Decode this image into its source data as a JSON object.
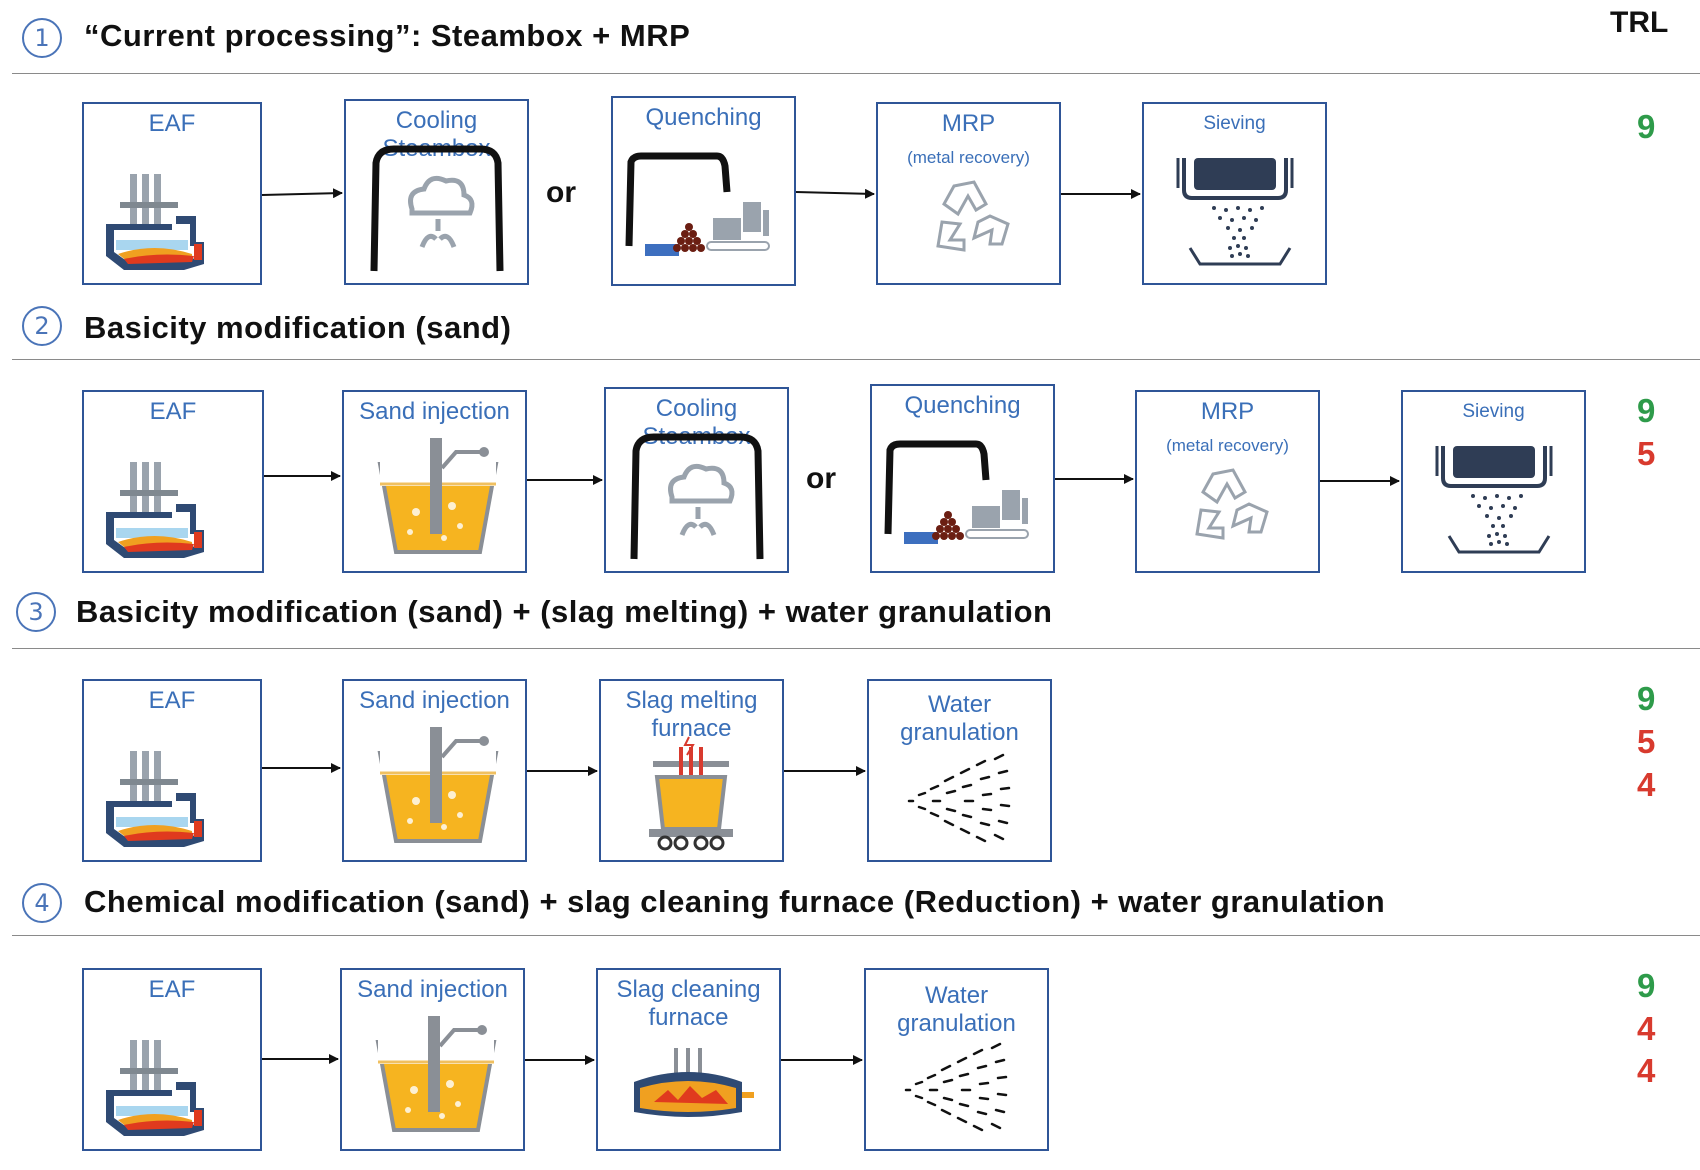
{
  "header": {
    "trl_label": "TRL"
  },
  "colors": {
    "box_border": "#2f5597",
    "label_blue": "#3a6fb8",
    "trl_green": "#2e9b4a",
    "trl_red": "#d83a2e"
  },
  "or_label": "or",
  "sections": [
    {
      "number": "1",
      "title": "“Current processing”:  Steambox   + MRP",
      "steps": [
        {
          "label": "EAF",
          "sublabel": "",
          "icon": "eaf-furnace-icon"
        },
        {
          "label": "Cooling\nSteambox",
          "sublabel": "",
          "icon": "steambox-icon"
        },
        {
          "label": "Quenching",
          "sublabel": "",
          "icon": "quenching-icon"
        },
        {
          "label": "MRP",
          "sublabel": "(metal recovery)",
          "icon": "recycle-icon"
        },
        {
          "label": "Sieving",
          "sublabel": "",
          "icon": "sieve-icon"
        }
      ],
      "trl": [
        {
          "value": "9",
          "status": "green"
        }
      ]
    },
    {
      "number": "2",
      "title": "Basicity  modification  (sand)",
      "steps": [
        {
          "label": "EAF",
          "sublabel": "",
          "icon": "eaf-furnace-icon"
        },
        {
          "label": "Sand injection",
          "sublabel": "",
          "icon": "sand-injection-icon"
        },
        {
          "label": "Cooling\nSteambox",
          "sublabel": "",
          "icon": "steambox-icon"
        },
        {
          "label": "Quenching",
          "sublabel": "",
          "icon": "quenching-icon"
        },
        {
          "label": "MRP",
          "sublabel": "(metal recovery)",
          "icon": "recycle-icon"
        },
        {
          "label": "Sieving",
          "sublabel": "",
          "icon": "sieve-icon"
        }
      ],
      "trl": [
        {
          "value": "9",
          "status": "green"
        },
        {
          "value": "5",
          "status": "red"
        }
      ]
    },
    {
      "number": "3",
      "title": "Basicity  modification  (sand) + (slag  melting)  + water granulation",
      "steps": [
        {
          "label": "EAF",
          "sublabel": "",
          "icon": "eaf-furnace-icon"
        },
        {
          "label": "Sand injection",
          "sublabel": "",
          "icon": "sand-injection-icon"
        },
        {
          "label": "Slag melting\nfurnace",
          "sublabel": "",
          "icon": "melting-furnace-icon"
        },
        {
          "label": "Water\ngranulation",
          "sublabel": "",
          "icon": "water-spray-icon"
        }
      ],
      "trl": [
        {
          "value": "9",
          "status": "green"
        },
        {
          "value": "5",
          "status": "red"
        },
        {
          "value": "4",
          "status": "red"
        }
      ]
    },
    {
      "number": "4",
      "title": "Chemical  modification  (sand) + slag  cleaning  furnace  (Reduction)  + water granulation",
      "steps": [
        {
          "label": "EAF",
          "sublabel": "",
          "icon": "eaf-furnace-icon"
        },
        {
          "label": "Sand injection",
          "sublabel": "",
          "icon": "sand-injection-icon"
        },
        {
          "label": "Slag cleaning\nfurnace",
          "sublabel": "",
          "icon": "cleaning-furnace-icon"
        },
        {
          "label": "Water\ngranulation",
          "sublabel": "",
          "icon": "water-spray-icon"
        }
      ],
      "trl": [
        {
          "value": "9",
          "status": "green"
        },
        {
          "value": "4",
          "status": "red"
        },
        {
          "value": "4",
          "status": "red"
        }
      ]
    }
  ]
}
